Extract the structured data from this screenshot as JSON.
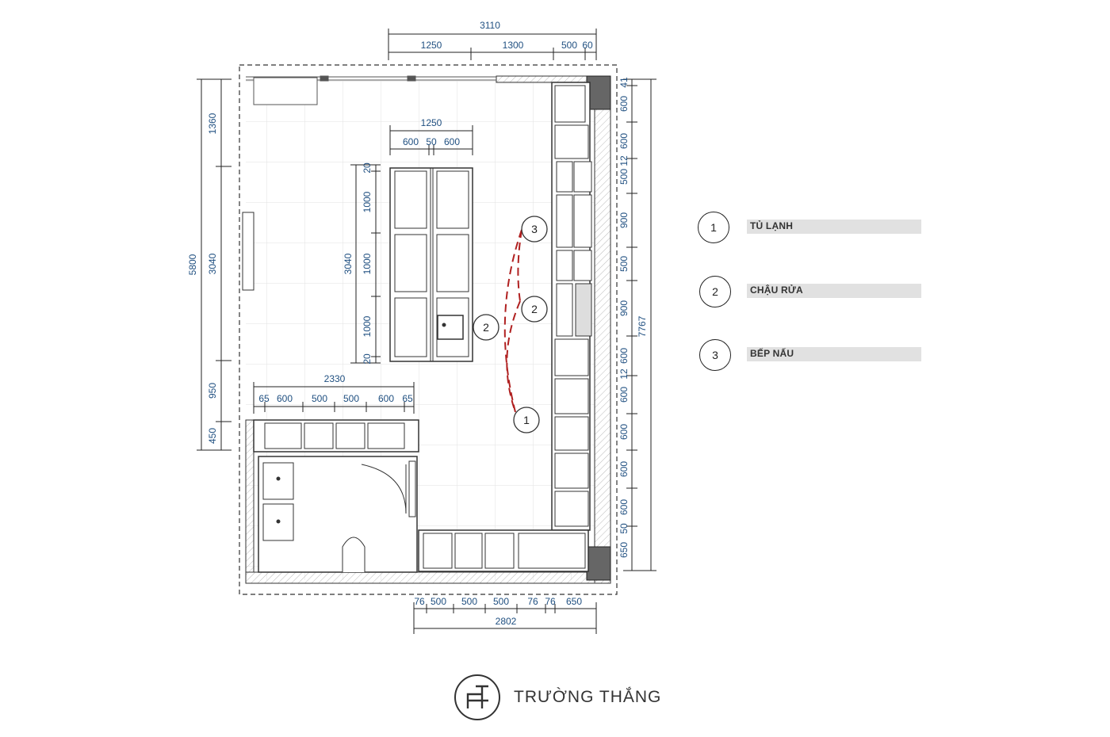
{
  "legend": [
    {
      "number": "1",
      "label": "TỦ LẠNH"
    },
    {
      "number": "2",
      "label": "CHẬU RỬA"
    },
    {
      "number": "3",
      "label": "BẾP NẤU"
    }
  ],
  "brand": {
    "name": "TRƯỜNG THẮNG"
  },
  "plan_markers": [
    {
      "number": "1"
    },
    {
      "number": "2"
    },
    {
      "number": "3"
    },
    {
      "number": "2"
    }
  ],
  "dimensions": {
    "top_total": "3110",
    "top_segments": [
      "1250",
      "1300",
      "500",
      "60"
    ],
    "island_total": "1250",
    "island_segments": [
      "600",
      "50",
      "600"
    ],
    "island_height_total": "3040",
    "island_height_segments": [
      "20",
      "1000",
      "1000",
      "1000",
      "20"
    ],
    "left_total": "5800",
    "left_segments": [
      "1360",
      "3040",
      "950",
      "450"
    ],
    "bottom_counter_total": "2330",
    "bottom_counter_segments": [
      "65",
      "600",
      "500",
      "500",
      "600",
      "65"
    ],
    "bottom_total": "2802",
    "bottom_segments": [
      "76",
      "500",
      "500",
      "500",
      "76",
      "650"
    ],
    "right_total": "7767",
    "right_segments": [
      "41",
      "600",
      "600",
      "12",
      "500",
      "900",
      "500",
      "900",
      "600",
      "12",
      "600",
      "600",
      "600",
      "600",
      "50",
      "650"
    ]
  }
}
